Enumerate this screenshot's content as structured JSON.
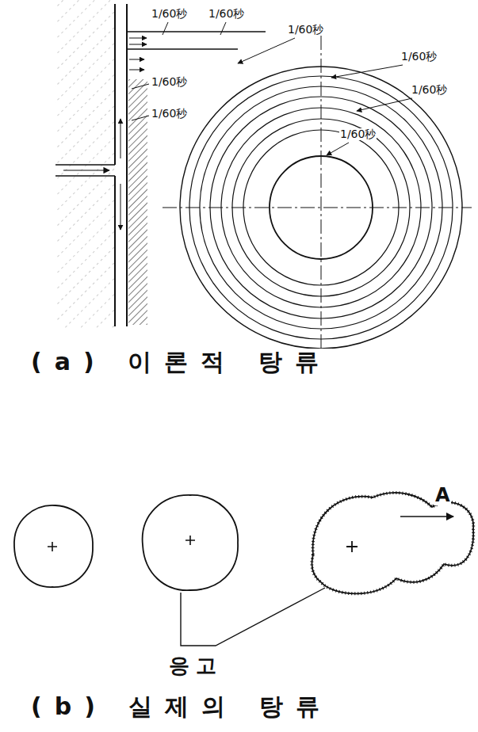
{
  "diagram": {
    "labels": [
      "1/60秒",
      "1/60秒",
      "1/60秒",
      "1/60秒",
      "1/60秒",
      "1/60秒",
      "1/60秒",
      "1/60秒",
      "(a) 이론적 탕류",
      "A",
      "응고",
      "(b) 실제의 탕류"
    ]
  }
}
